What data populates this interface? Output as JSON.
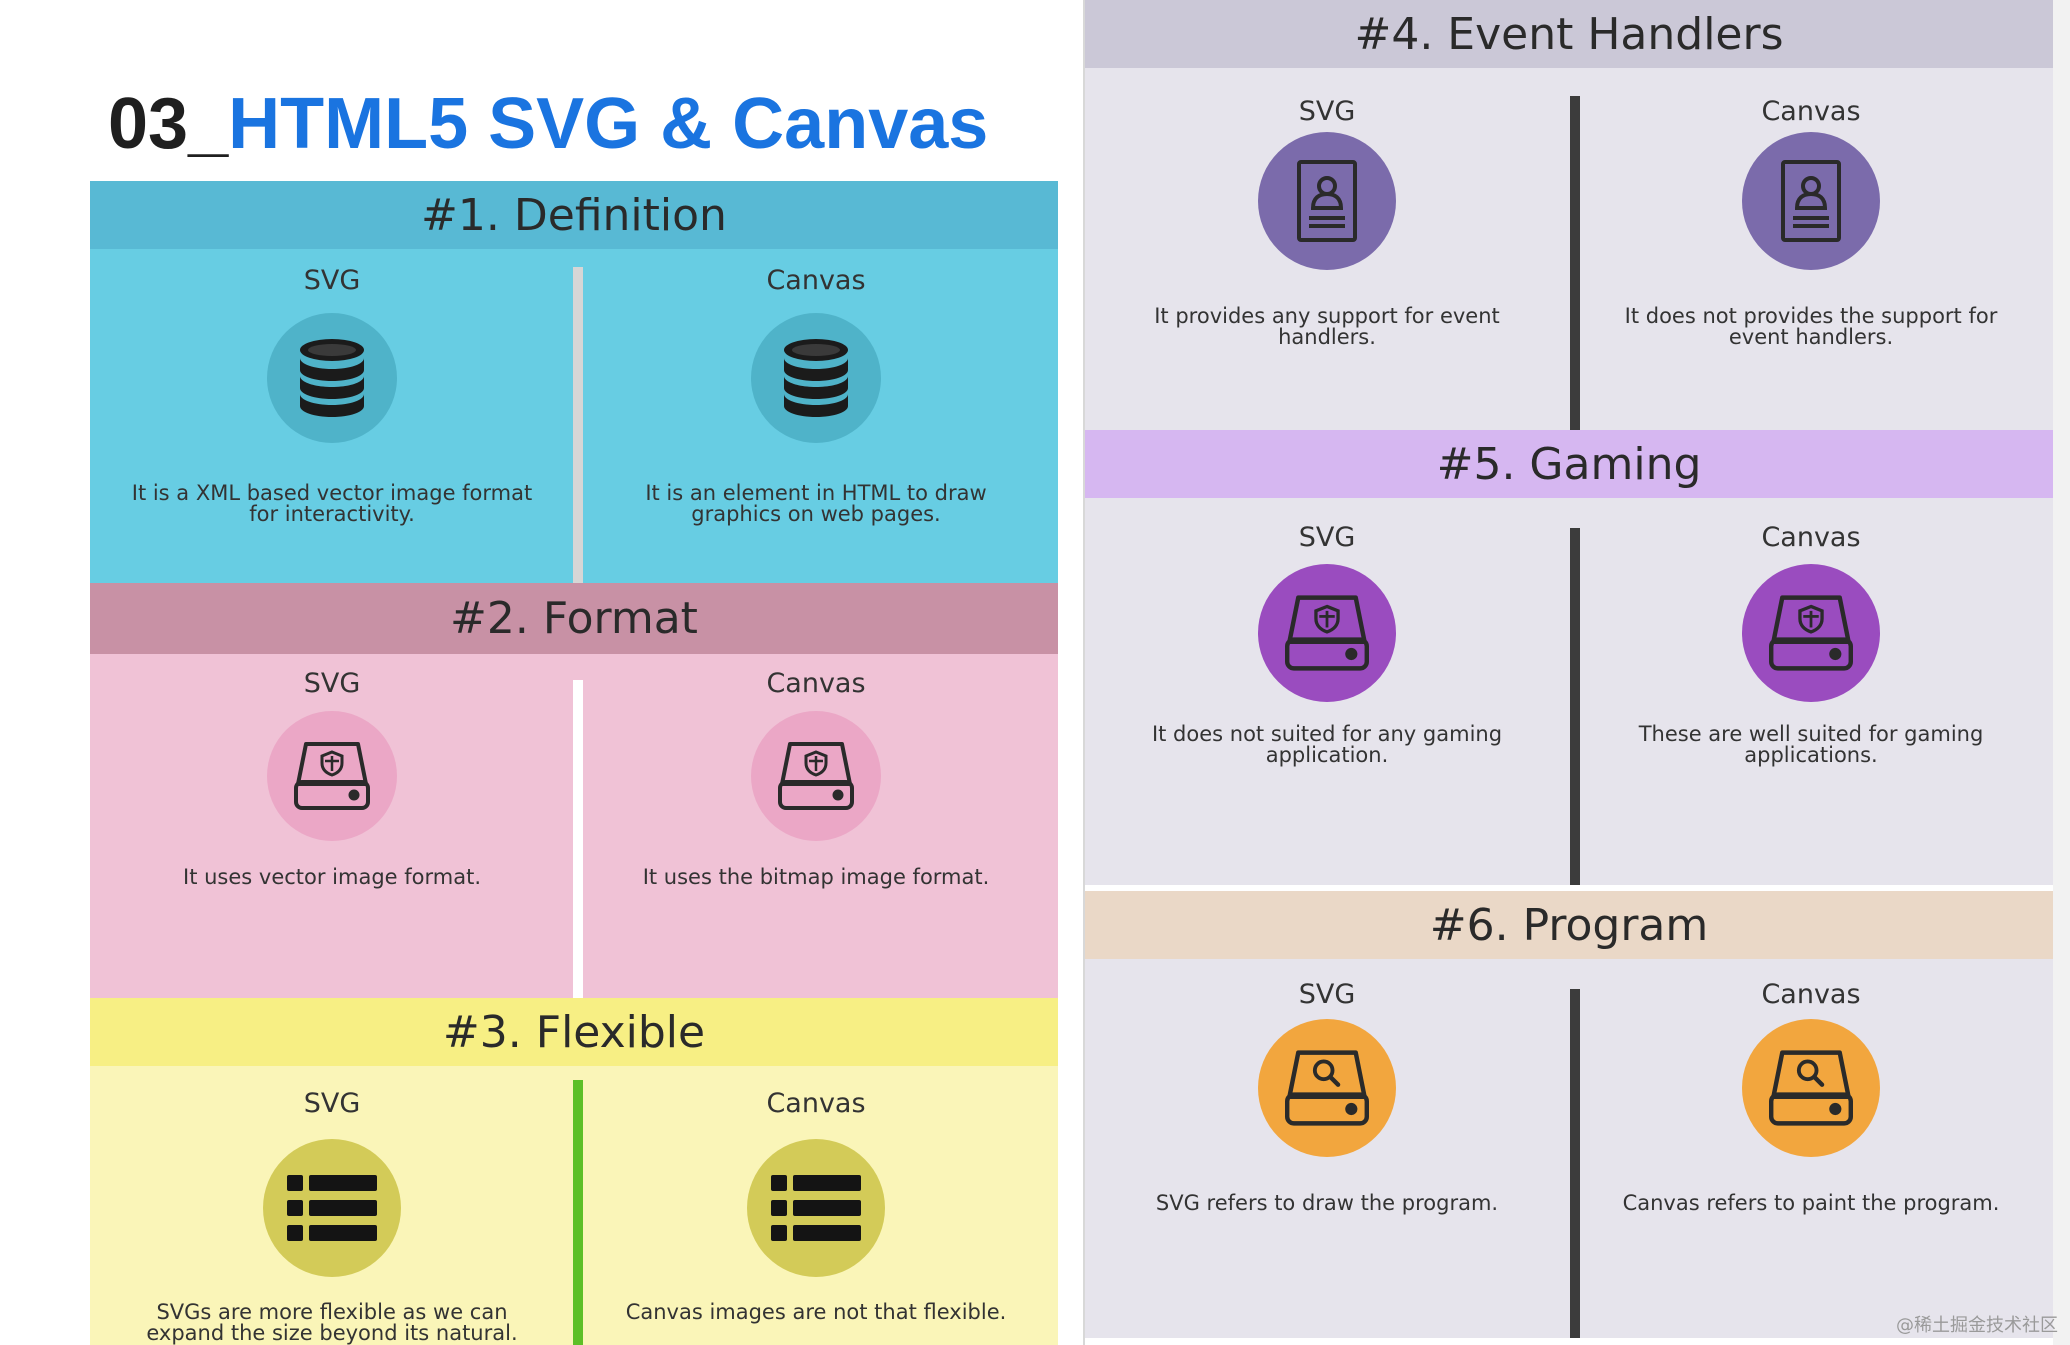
{
  "title": {
    "number": "03_",
    "text": "HTML5 SVG & Canvas"
  },
  "sections": [
    {
      "heading": "#1. Definition",
      "left": {
        "label": "SVG",
        "icon": "database-icon",
        "desc": "It is a XML based vector image format for interactivity."
      },
      "right": {
        "label": "Canvas",
        "icon": "database-icon",
        "desc": "It is an element in HTML to draw graphics on web pages."
      }
    },
    {
      "heading": "#2. Format",
      "left": {
        "label": "SVG",
        "icon": "shield-drive-icon",
        "desc": "It uses vector image format."
      },
      "right": {
        "label": "Canvas",
        "icon": "shield-drive-icon",
        "desc": "It uses the bitmap image format."
      }
    },
    {
      "heading": "#3. Flexible",
      "left": {
        "label": "SVG",
        "icon": "list-icon",
        "desc": "SVGs are more flexible as we can expand the size beyond its natural."
      },
      "right": {
        "label": "Canvas",
        "icon": "list-icon",
        "desc": "Canvas images are not that flexible."
      }
    },
    {
      "heading": "#4. Event Handlers",
      "left": {
        "label": "SVG",
        "icon": "profile-document-icon",
        "desc": "It provides any support for event handlers."
      },
      "right": {
        "label": "Canvas",
        "icon": "profile-document-icon",
        "desc": "It does not provides the support for event handlers."
      }
    },
    {
      "heading": "#5. Gaming",
      "left": {
        "label": "SVG",
        "icon": "shield-drive-icon",
        "desc": "It does not suited for any gaming application."
      },
      "right": {
        "label": "Canvas",
        "icon": "shield-drive-icon",
        "desc": "These are well suited for gaming applications."
      }
    },
    {
      "heading": "#6. Program",
      "left": {
        "label": "SVG",
        "icon": "search-drive-icon",
        "desc": "SVG refers to draw the program."
      },
      "right": {
        "label": "Canvas",
        "icon": "search-drive-icon",
        "desc": "Canvas refers to paint the program."
      }
    }
  ],
  "watermark": "@稀土掘金技术社区",
  "colors": {
    "title_blue": "#1a74e0",
    "definition": "#67cde3",
    "format": "#f0c2d6",
    "flexible": "#faf5b8",
    "event": "#7b6bab",
    "gaming": "#9a4cbf",
    "program": "#f2a63e"
  }
}
